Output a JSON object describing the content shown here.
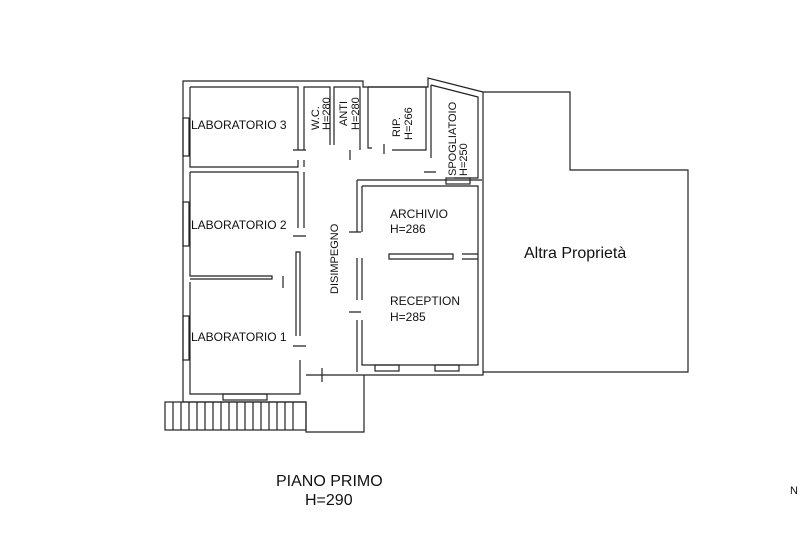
{
  "rooms": {
    "lab3": "LABORATORIO 3",
    "lab2": "LABORATORIO 2",
    "lab1": "LABORATORIO 1",
    "wc": "W.C.",
    "wc_h": "H=280",
    "anti": "ANTI",
    "anti_h": "H=280",
    "rip": "RIP.",
    "rip_h": "H=266",
    "spogliatoio": "SPOGLIATOIO",
    "spogliatoio_h": "H=250",
    "disimpegno": "DISIMPEGNO",
    "archivio": "ARCHIVIO",
    "archivio_h": "H=286",
    "reception": "RECEPTION",
    "reception_h": "H=285",
    "altra": "Altra Proprietà"
  },
  "title": {
    "floor": "PIANO PRIMO",
    "height": "H=290"
  },
  "edge_text": "N"
}
